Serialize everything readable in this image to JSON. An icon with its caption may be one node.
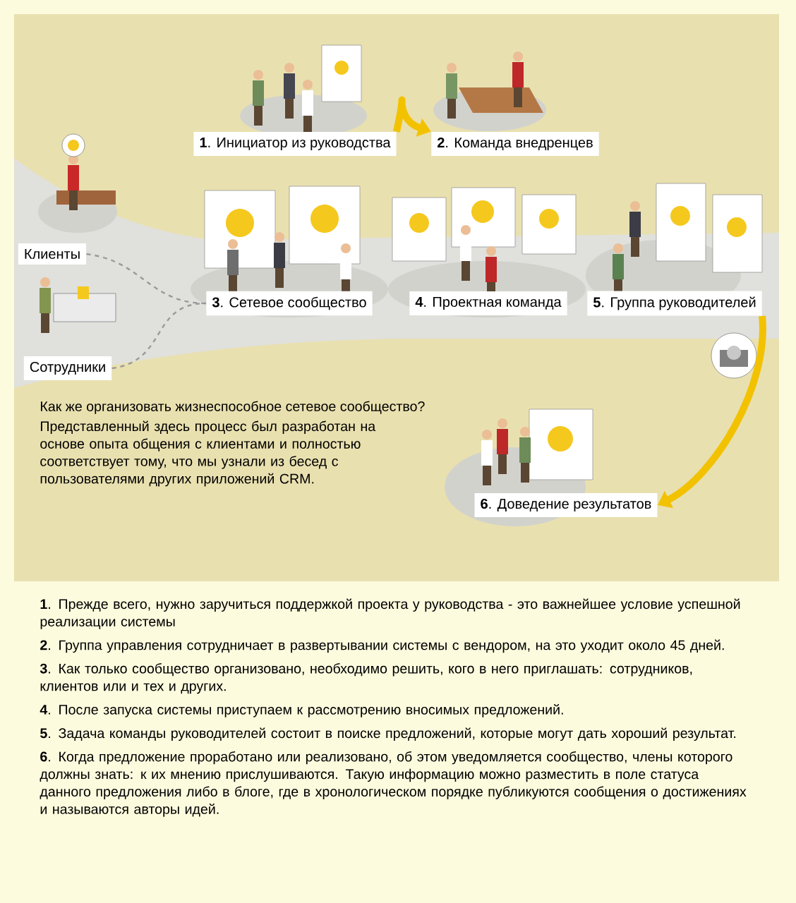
{
  "diagram": {
    "nodes": [
      {
        "text": [
          "**1**. Инициатор из руководства"
        ]
      },
      {
        "text": [
          "**2**. Команда внедренцев"
        ]
      },
      {
        "text": [
          "Клиенты"
        ]
      },
      {
        "text": [
          "Сотрудники"
        ]
      },
      {
        "text": [
          "**3**. Сетевое сообщество"
        ]
      },
      {
        "text": [
          "**4**. Проектная команда"
        ]
      },
      {
        "text": [
          "**5**. Группа руководителей"
        ]
      },
      {
        "text": [
          "**6**. Доведение результатов"
        ]
      }
    ],
    "edges": [
      {
        "from": 0,
        "to": 1,
        "arrow": "to",
        "style": "thick",
        "color": "#f2c200"
      },
      {
        "from": 2,
        "to": 4,
        "arrow": "none",
        "style": "dashed",
        "color": "#9a9a9a"
      },
      {
        "from": 3,
        "to": 4,
        "arrow": "none",
        "style": "dashed",
        "color": "#9a9a9a"
      },
      {
        "from": 6,
        "to": 7,
        "arrow": "to",
        "style": "thick",
        "color": "#f2c200"
      }
    ],
    "labels": [
      "Как же организовать жизнеспособное сетевое сообщество?",
      "Представленный здесь процесс был разработан на основе опыта общения с клиентами и полностью соответствует тому, что мы узнали из бесед с пользователями других приложений CRM.",
      "**1**. Прежде всего, нужно заручиться поддержкой проекта у руководства - это важнейшее условие успешной реализации системы",
      "**2**. Группа управления сотрудничает в развертывании системы с вендором, на это уходит около 45 дней.",
      "**3**. Как только сообщество организовано, необходимо решить, кого в него приглашать: сотрудников, клиентов или и тех и других.",
      "**4**. После запуска системы приступаем к рассмотрению вносимых предложений.",
      "**5**. Задача команды руководителей состоит в поиске предложений, которые могут дать хороший результат.",
      "**6**. Когда предложение проработано или реализовано, об этом уведомляется сообщество, члены которого должны знать: к их мнению прислушиваются. Такую информацию можно разместить в поле статуса данного предложения либо в блоге, где в хронологическом порядке публикуются сообщения о достижениях и называются авторы идей."
    ]
  }
}
